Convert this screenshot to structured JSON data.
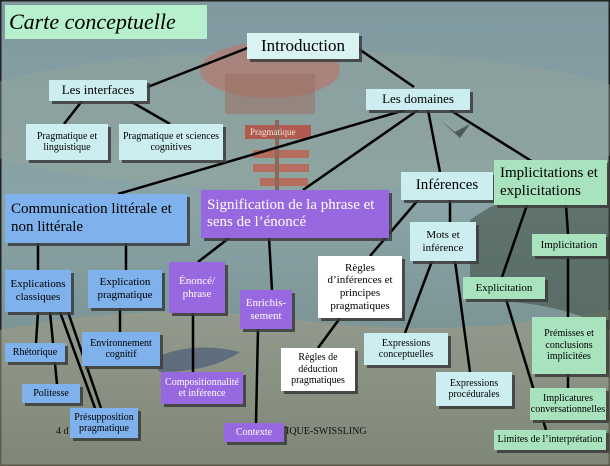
{
  "slide": {
    "title": "Carte conceptuelle",
    "footer_left": "4 d",
    "footer_right": "IQUE-SWISSLING"
  },
  "background_sign": {
    "label": "Pragmatique"
  },
  "nodes": {
    "introduction": "Introduction",
    "interfaces": "Les interfaces",
    "domaines": "Les domaines",
    "pragmatique_linguistique": "Pragmatique et linguistique",
    "pragmatique_sciences": "Pragmatique et sciences cognitives",
    "communication": "Communication littérale et non littérale",
    "signification": "Signification de la phrase et sens de l’énoncé",
    "inferences": "Inférences",
    "implicitations_explicitations": "Implicitations et explicitations",
    "explications_classiques": "Explications classiques",
    "explication_pragmatique": "Explication pragmatique",
    "enonce_phrase": "Énoncé/ phrase",
    "enrichissement": "Enrichis-sement",
    "regles_inferences": "Règles d’inférences et principes pragmatiques",
    "mots_inference": "Mots et inférence",
    "explicitation": "Explicitation",
    "implicitation": "Implicitation",
    "rhetorique": "Rhétorique",
    "environnement_cognitif": "Environnement cognitif",
    "expressions_conceptuelles": "Expressions conceptuelles",
    "premisses": "Prémisses et conclusions implicitées",
    "politesse": "Politesse",
    "compositionnalite": "Compositionnalité et inférence",
    "regles_deduction": "Règles de déduction pragmatiques",
    "expressions_procedurales": "Expressions procédurales",
    "implicatures": "Implicatures conversationnelles",
    "presupposition": "Présupposition pragmatique",
    "contexte": "Contexte",
    "limites": "Limites de l’interprétation"
  },
  "colors": {
    "teal": "#cdeef0",
    "blue": "#7fb1ec",
    "purple": "#9868e0",
    "green": "#a8e3bd",
    "title_green": "#b6f0cc",
    "line": "#000000"
  }
}
